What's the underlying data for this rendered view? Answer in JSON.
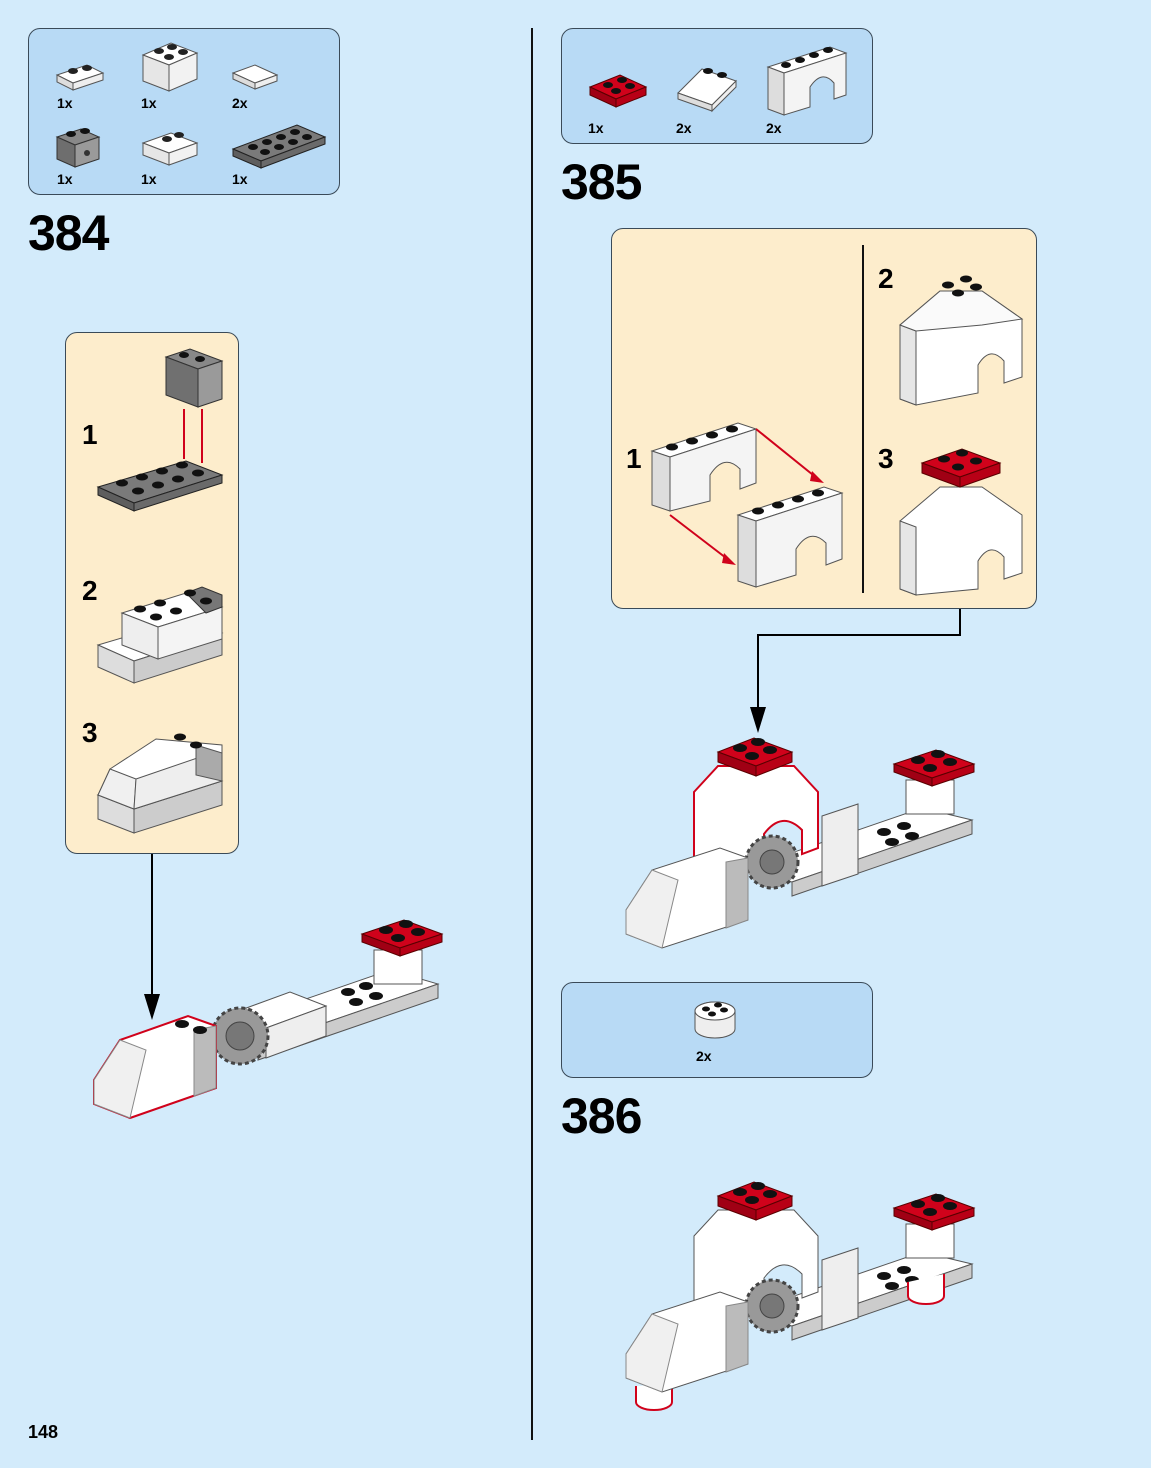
{
  "page_number": "148",
  "steps": [
    {
      "number": "384",
      "parts": [
        {
          "qty": "1x",
          "piece": "white-plate-1x2"
        },
        {
          "qty": "1x",
          "piece": "white-brick-2x2"
        },
        {
          "qty": "2x",
          "piece": "white-tile-wedge"
        },
        {
          "qty": "1x",
          "piece": "gray-technic-brick-1x2"
        },
        {
          "qty": "1x",
          "piece": "white-slope-2x2"
        },
        {
          "qty": "1x",
          "piece": "dark-gray-plate-2x4"
        }
      ],
      "substeps": [
        "1",
        "2",
        "3"
      ]
    },
    {
      "number": "385",
      "parts": [
        {
          "qty": "1x",
          "piece": "red-plate-2x2"
        },
        {
          "qty": "2x",
          "piece": "white-slope-2x2"
        },
        {
          "qty": "2x",
          "piece": "white-arch-1x4"
        }
      ],
      "substeps": [
        "1",
        "2",
        "3"
      ]
    },
    {
      "number": "386",
      "parts": [
        {
          "qty": "2x",
          "piece": "white-round-brick-2x2"
        }
      ]
    }
  ],
  "colors": {
    "page_bg": "#d3ebfb",
    "parts_box": "#b8daf5",
    "substep_box": "#fdedcc",
    "accent_red": "#d0021b"
  }
}
